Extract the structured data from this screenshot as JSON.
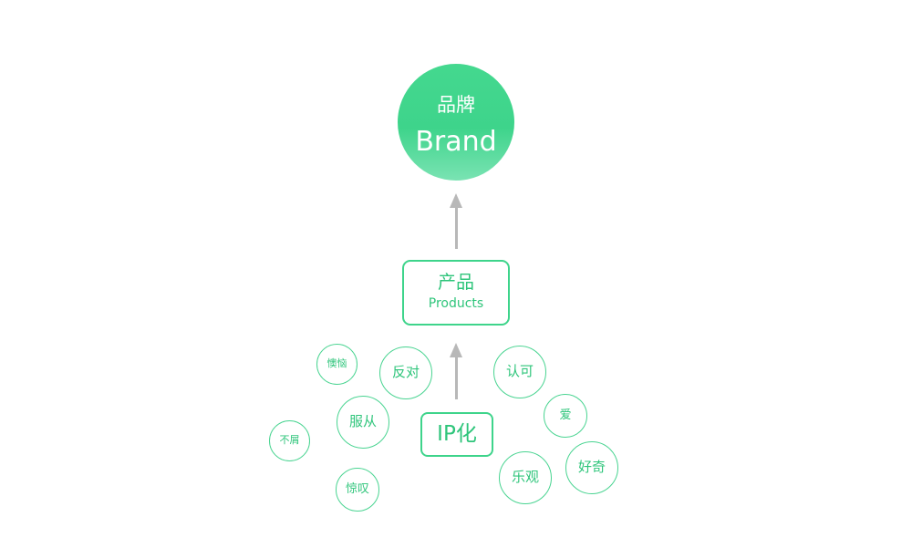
{
  "brand": {
    "zh": "品牌",
    "en": "Brand"
  },
  "products": {
    "zh": "产品",
    "en": "Products"
  },
  "ip": {
    "label": "IP化"
  },
  "emotions": [
    "懊恼",
    "反对",
    "服从",
    "不屑",
    "惊叹",
    "认可",
    "爱",
    "好奇",
    "乐观"
  ],
  "colors": {
    "accent": "#3ed48b",
    "text": "#2fc57b",
    "arrow": "#b8b8b8"
  }
}
